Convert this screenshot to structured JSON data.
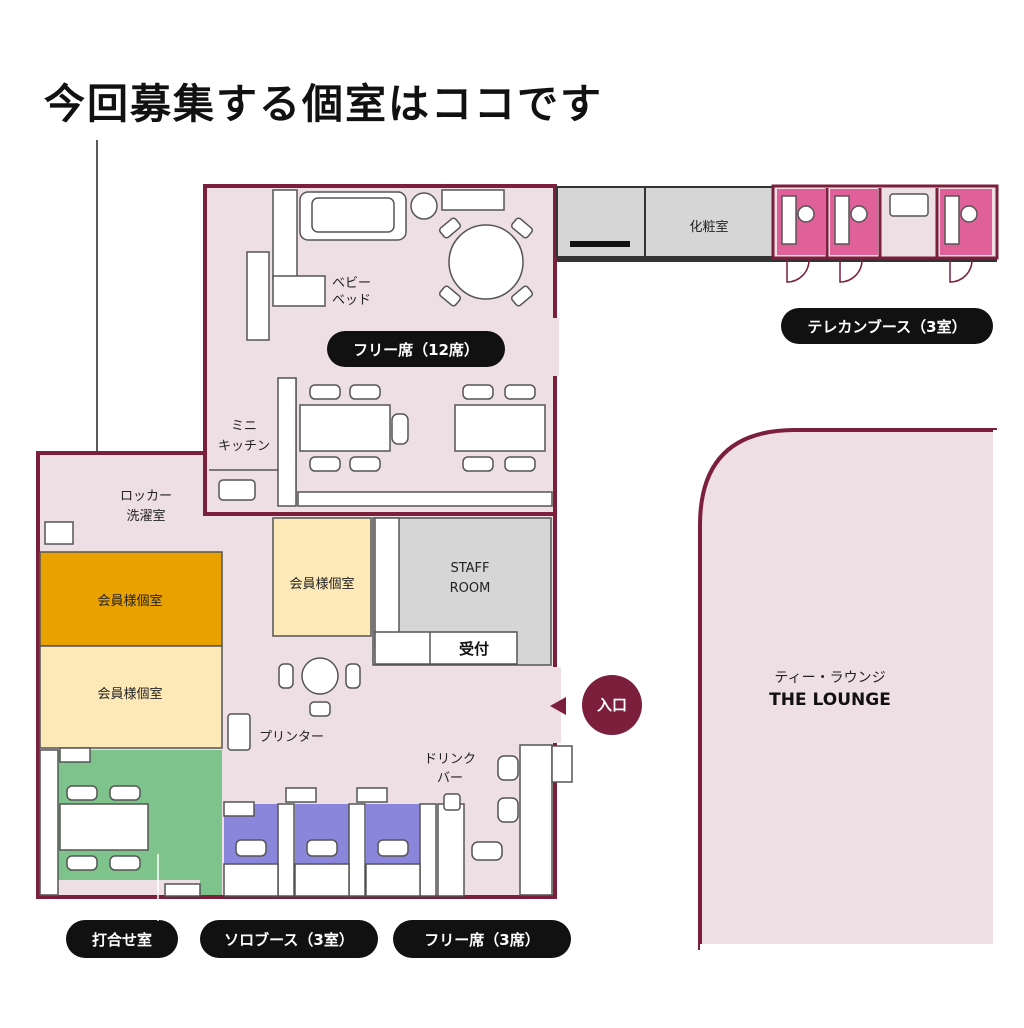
{
  "headline": "今回募集する個室はココです",
  "colors": {
    "wall": "#7b1f3d",
    "floor": "#eedfe4",
    "white": "#ffffff",
    "member_room_highlight": "#e9a100",
    "member_room": "#fde8b7",
    "meeting_room": "#7ec38b",
    "solo_booth": "#8a86dc",
    "telecon_booth": "#e0609a",
    "staff_gray": "#d6d6d6",
    "pill": "#111111",
    "entrance": "#7b1f3d"
  },
  "rooms": {
    "baby_bed": [
      "ベビー",
      "ベッド"
    ],
    "mini_kitchen": [
      "ミニ",
      "キッチン"
    ],
    "locker": [
      "ロッカー",
      "洗濯室"
    ],
    "member_room_target": "会員様個室",
    "member_room_2": "会員様個室",
    "member_room_3": "会員様個室",
    "staff_room": [
      "STAFF",
      "ROOM"
    ],
    "reception": "受付",
    "printer": "プリンター",
    "drink_bar": [
      "ドリンク",
      "バー"
    ],
    "powder_room": "化粧室",
    "lounge_jp": "ティー・ラウンジ",
    "lounge_en": "THE LOUNGE"
  },
  "labels": {
    "free_seats_12": "フリー席（12席）",
    "telecon_booth": "テレカンブース（3室）",
    "meeting_room": "打合せ室",
    "solo_booth": "ソロブース（3室）",
    "free_seats_3": "フリー席（3席）"
  },
  "entrance": "入口"
}
